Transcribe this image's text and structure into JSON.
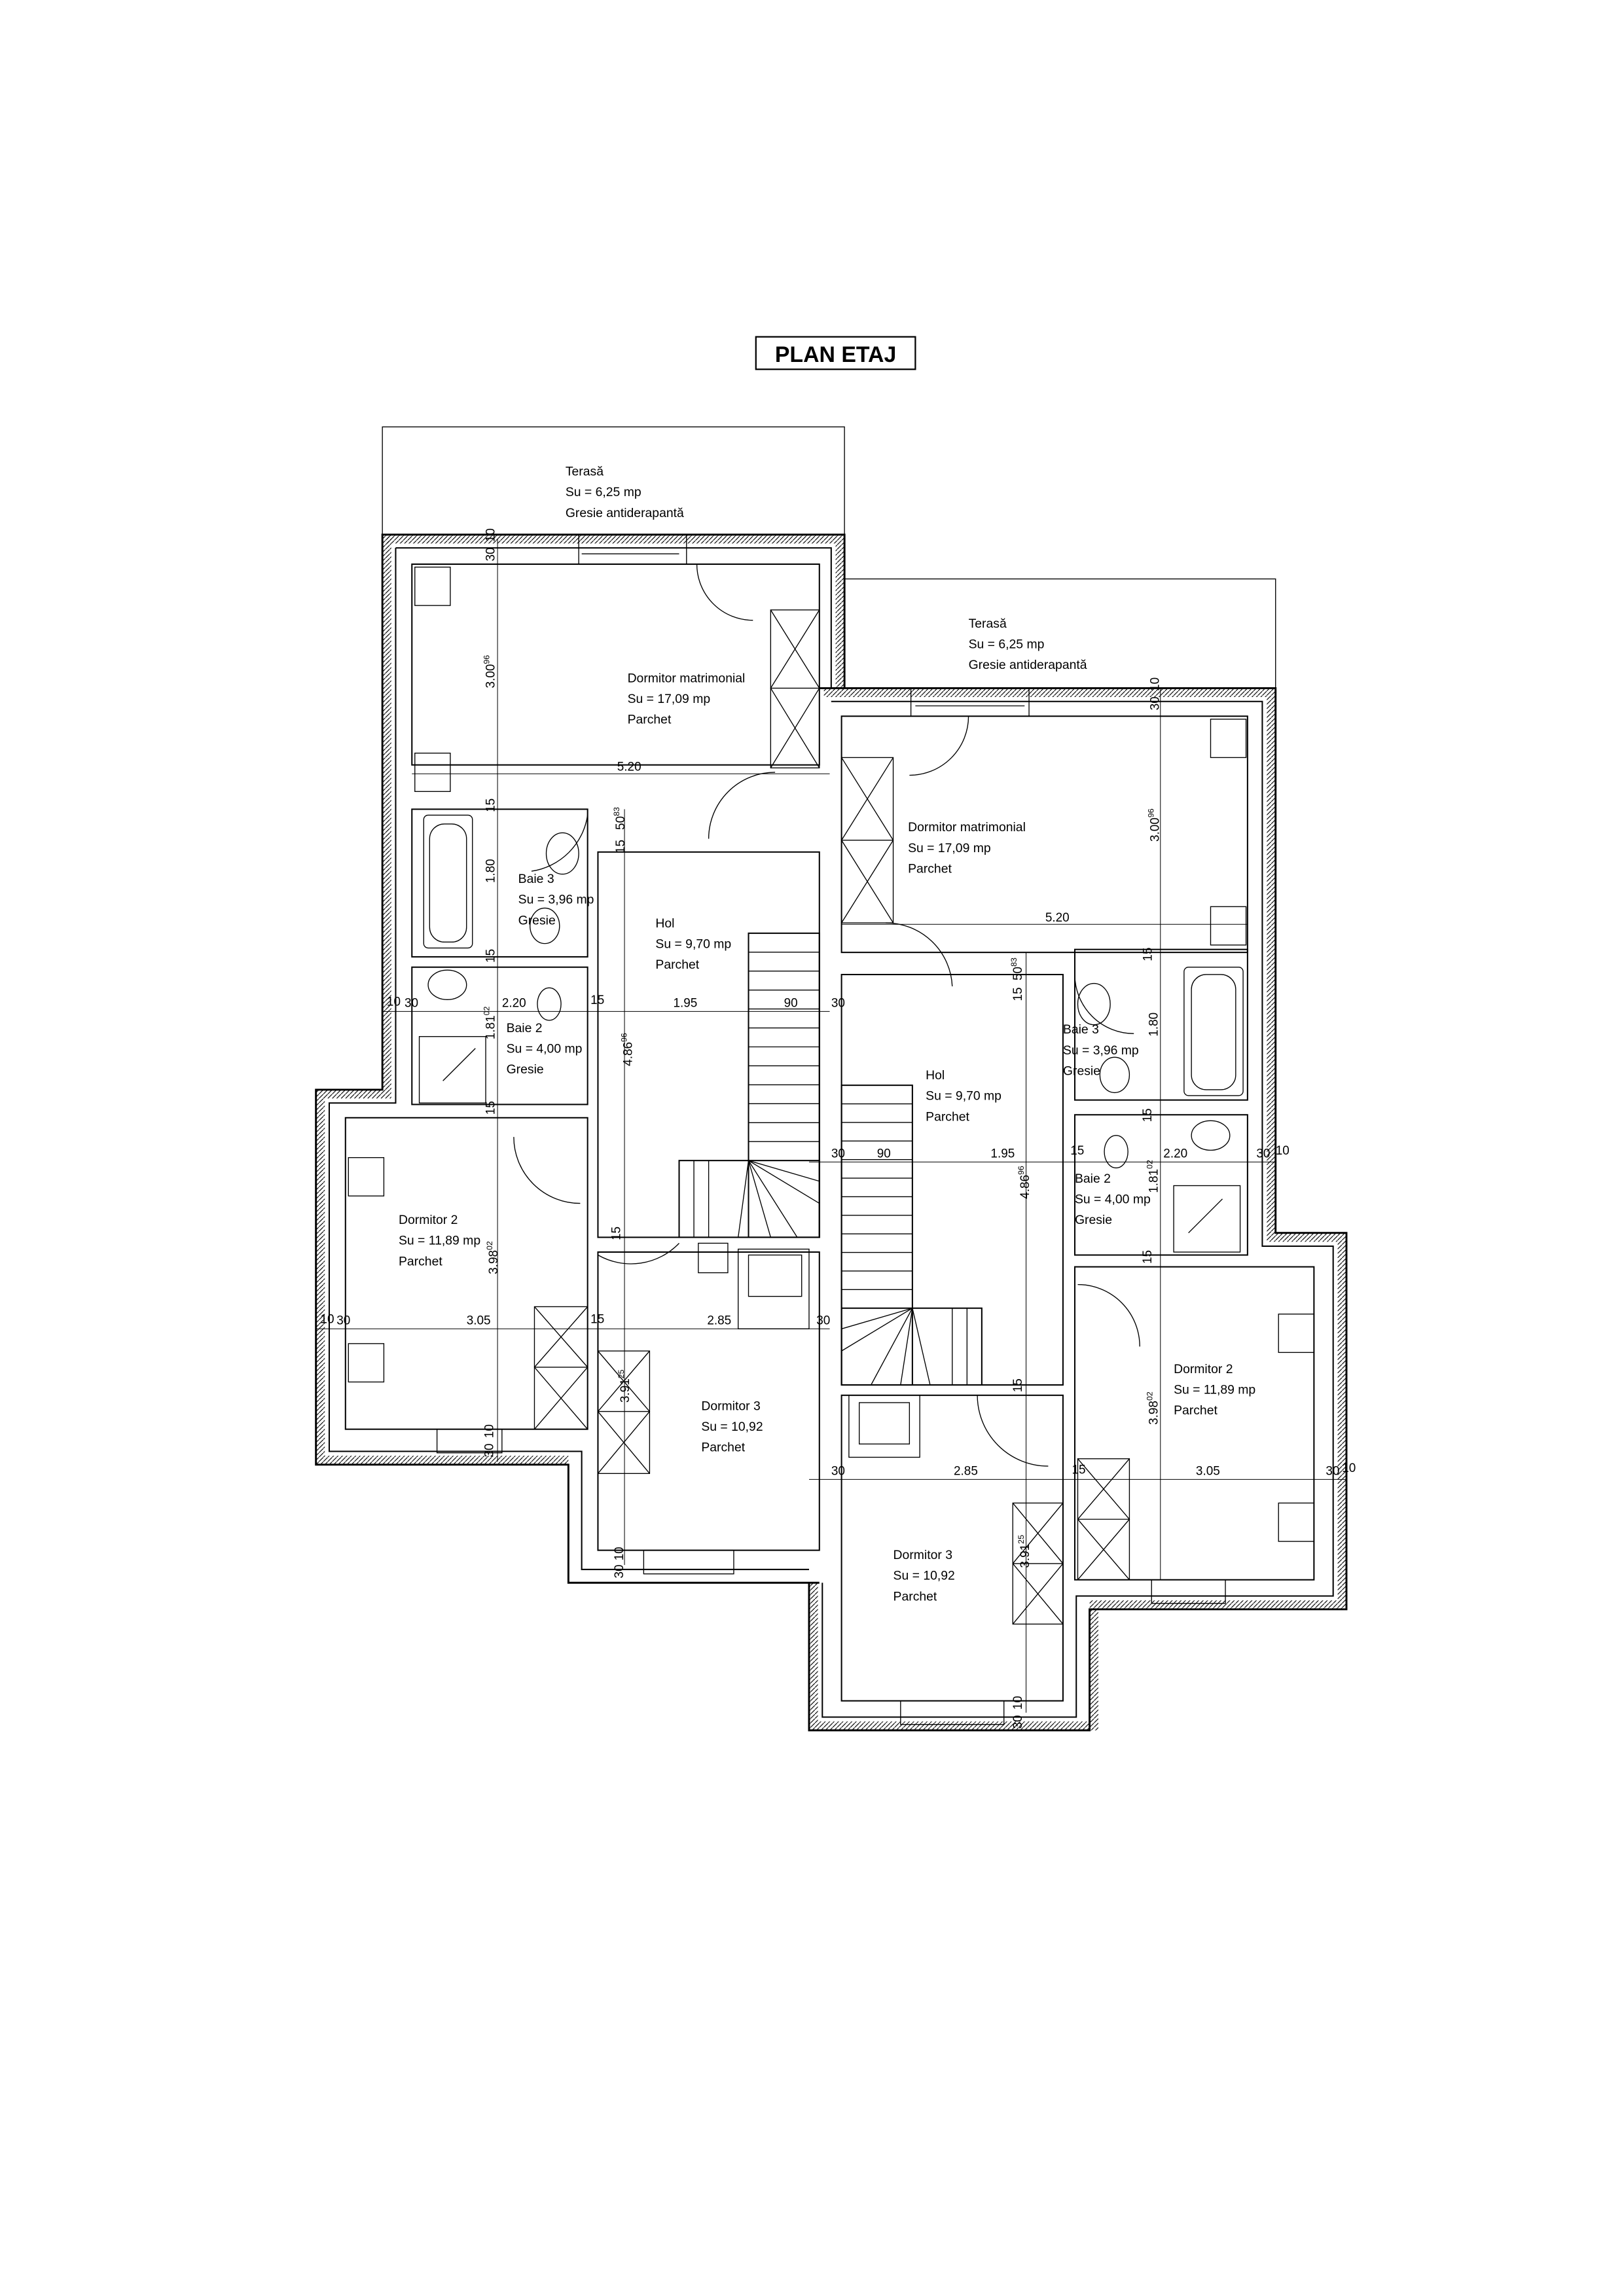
{
  "title": "PLAN ETAJ",
  "left": {
    "rooms": [
      {
        "name": "Terasă",
        "area": "Su = 6,25 mp",
        "floor": "Gresie antiderapantă"
      },
      {
        "name": "Dormitor matrimonial",
        "area": "Su = 17,09 mp",
        "floor": "Parchet"
      },
      {
        "name": "Baie 3",
        "area": "Su = 3,96 mp",
        "floor": "Gresie"
      },
      {
        "name": "Hol",
        "area": "Su = 9,70 mp",
        "floor": "Parchet"
      },
      {
        "name": "Baie 2",
        "area": "Su = 4,00 mp",
        "floor": "Gresie"
      },
      {
        "name": "Dormitor 2",
        "area": "Su = 11,89 mp",
        "floor": "Parchet"
      },
      {
        "name": "Dormitor 3",
        "area": "Su = 10,92",
        "floor": "Parchet"
      }
    ],
    "dims": [
      {
        "t": "30"
      },
      {
        "t": "10"
      },
      {
        "t": "3.00",
        "s": "96"
      },
      {
        "t": "5.20"
      },
      {
        "t": "15"
      },
      {
        "t": "50",
        "s": "83"
      },
      {
        "t": "15"
      },
      {
        "t": "1.80"
      },
      {
        "t": "15"
      },
      {
        "t": "10"
      },
      {
        "t": "30"
      },
      {
        "t": "2.20"
      },
      {
        "t": "15"
      },
      {
        "t": "1.95"
      },
      {
        "t": "90"
      },
      {
        "t": "30"
      },
      {
        "t": "1.81",
        "s": "02"
      },
      {
        "t": "4.86",
        "s": "96"
      },
      {
        "t": "15"
      },
      {
        "t": "15"
      },
      {
        "t": "3.98",
        "s": "02"
      },
      {
        "t": "10"
      },
      {
        "t": "30"
      },
      {
        "t": "3.05"
      },
      {
        "t": "15"
      },
      {
        "t": "2.85"
      },
      {
        "t": "30"
      },
      {
        "t": "3.91",
        "s": "25"
      },
      {
        "t": "10"
      },
      {
        "t": "30"
      },
      {
        "t": "10"
      },
      {
        "t": "30"
      }
    ]
  },
  "right": {
    "rooms": [
      {
        "name": "Terasă",
        "area": "Su = 6,25 mp",
        "floor": "Gresie antiderapantă"
      },
      {
        "name": "Dormitor matrimonial",
        "area": "Su = 17,09 mp",
        "floor": "Parchet"
      },
      {
        "name": "Baie 3",
        "area": "Su = 3,96 mp",
        "floor": "Gresie"
      },
      {
        "name": "Hol",
        "area": "Su = 9,70 mp",
        "floor": "Parchet"
      },
      {
        "name": "Baie 2",
        "area": "Su = 4,00 mp",
        "floor": "Gresie"
      },
      {
        "name": "Dormitor 2",
        "area": "Su = 11,89 mp",
        "floor": "Parchet"
      },
      {
        "name": "Dormitor 3",
        "area": "Su = 10,92",
        "floor": "Parchet"
      }
    ],
    "dims": [
      {
        "t": "30"
      },
      {
        "t": "10"
      },
      {
        "t": "3.00",
        "s": "96"
      },
      {
        "t": "5.20"
      },
      {
        "t": "15"
      },
      {
        "t": "50",
        "s": "83"
      },
      {
        "t": "15"
      },
      {
        "t": "1.80"
      },
      {
        "t": "30"
      },
      {
        "t": "90"
      },
      {
        "t": "1.95"
      },
      {
        "t": "15"
      },
      {
        "t": "2.20"
      },
      {
        "t": "30"
      },
      {
        "t": "10"
      },
      {
        "t": "15"
      },
      {
        "t": "4.86",
        "s": "96"
      },
      {
        "t": "1.81",
        "s": "02"
      },
      {
        "t": "15"
      },
      {
        "t": "15"
      },
      {
        "t": "3.98",
        "s": "02"
      },
      {
        "t": "30"
      },
      {
        "t": "2.85"
      },
      {
        "t": "15"
      },
      {
        "t": "3.05"
      },
      {
        "t": "30"
      },
      {
        "t": "10"
      },
      {
        "t": "3.91",
        "s": "25"
      },
      {
        "t": "10"
      },
      {
        "t": "30"
      }
    ]
  }
}
